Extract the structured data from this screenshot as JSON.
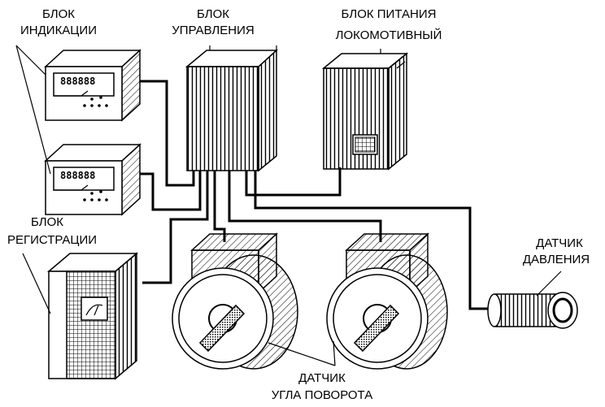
{
  "labels": {
    "indication": [
      "БЛОК",
      "ИНДИКАЦИИ"
    ],
    "control": [
      "БЛОК",
      "УПРАВЛЕНИЯ"
    ],
    "power": [
      "БЛОК ПИТАНИЯ",
      "ЛОКОМОТИВНЫЙ"
    ],
    "registration": [
      "БЛОК",
      "РЕГИСТРАЦИИ"
    ],
    "pressure_sensor": [
      "ДАТЧИК",
      "ДАВЛЕНИЯ"
    ],
    "angle_sensor": [
      "ДАТЧИК",
      "УГЛА ПОВОРОТА"
    ]
  },
  "displays": {
    "indicator_top": "888888",
    "indicator_bottom": "888888"
  }
}
